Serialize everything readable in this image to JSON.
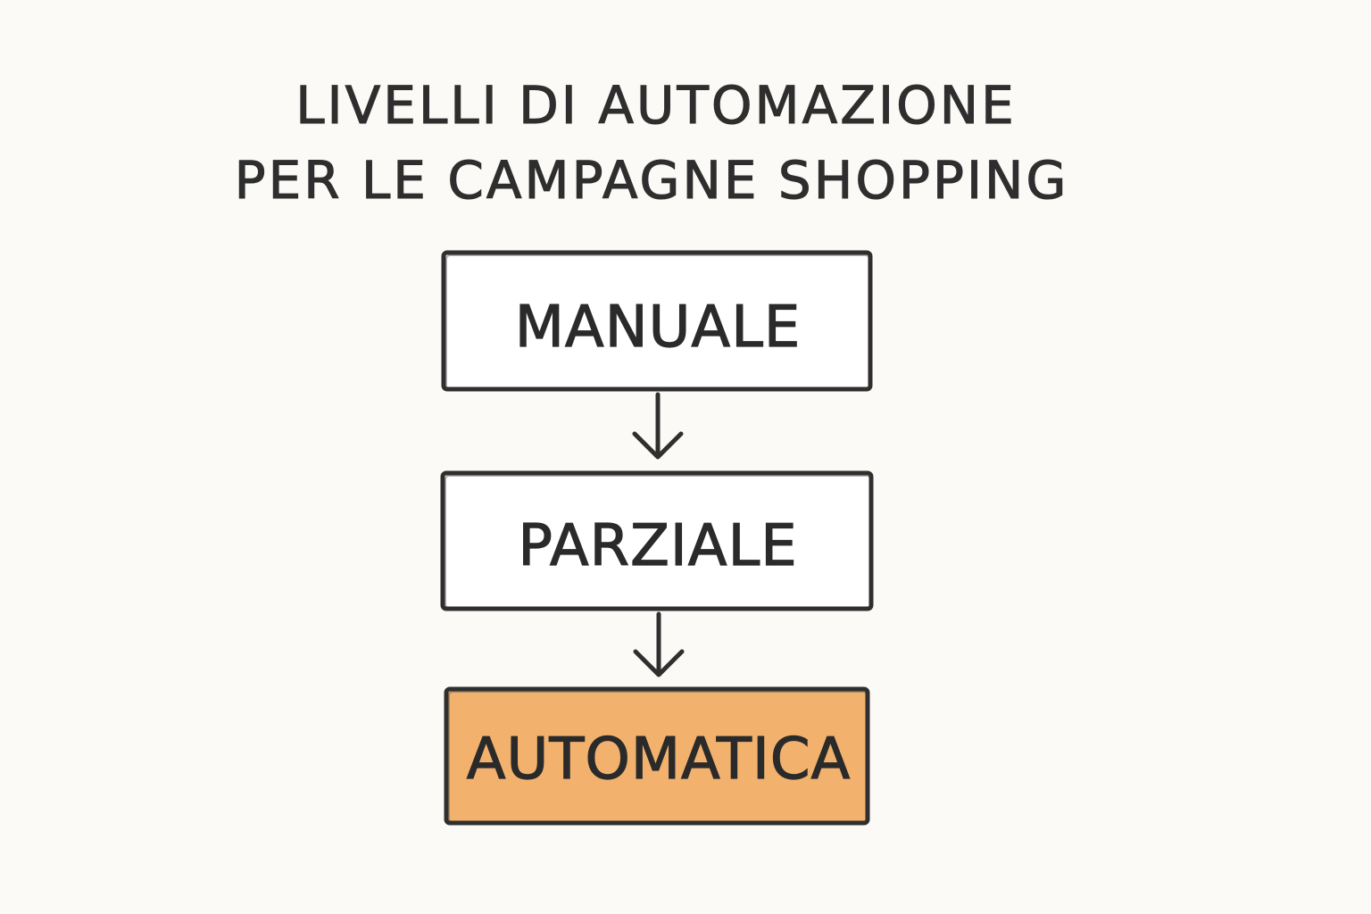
{
  "title": {
    "line1": "LIVELLI DI AUTOMAZIONE",
    "line2": "PER LE CAMPAGNE SHOPPING"
  },
  "levels": [
    {
      "label": "MANUALE",
      "highlighted": false
    },
    {
      "label": "PARZIALE",
      "highlighted": false
    },
    {
      "label": "AUTOMATICA",
      "highlighted": true
    }
  ],
  "colors": {
    "background": "#fbfaf6",
    "stroke": "#2f2f2f",
    "highlight_fill": "#f2b26e",
    "box_fill": "#ffffff"
  }
}
